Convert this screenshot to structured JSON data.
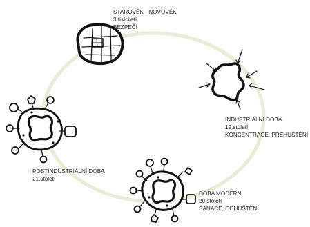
{
  "stages": [
    {
      "title": "STAROVĚK - NOVOVĚK",
      "period": "3 tisíciletí",
      "note": "BEZPEČÍ"
    },
    {
      "title": "INDUSTRIÁLNÍ DOBA",
      "period": "19.století",
      "note": "KONCENTRACE, PŘEHUŠTĚNÍ"
    },
    {
      "title": "DOBA MODERNÍ",
      "period": "20.století",
      "note": "SANACE, ODHUŠTĚNÍ"
    },
    {
      "title": "POSTINDUSTRIÁLNÍ DOBA",
      "period": "21.století",
      "note": ""
    }
  ],
  "colors": {
    "cycle": "#e4efd6",
    "ink": "#111111",
    "text": "#262626"
  }
}
